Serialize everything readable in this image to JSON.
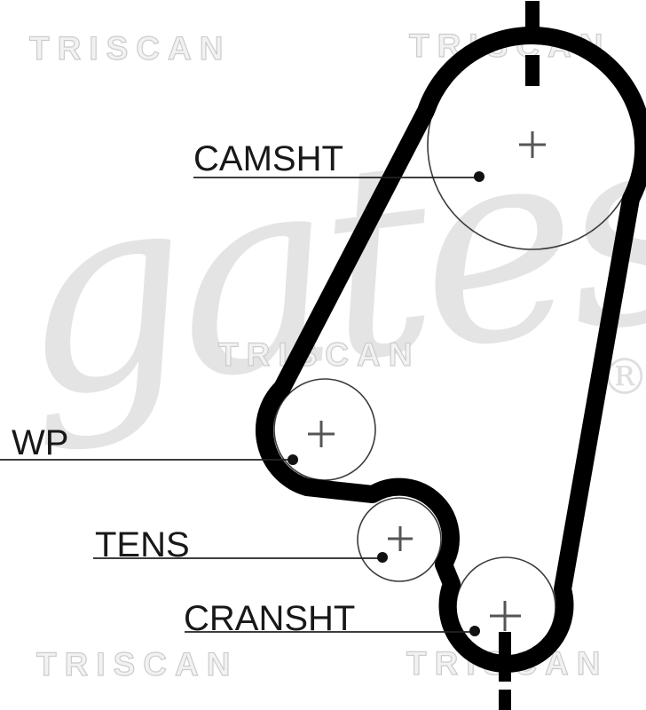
{
  "diagram": {
    "title": "timing-belt-routing-diagram",
    "labels": {
      "camshaft": "CAMSHT",
      "water_pump": "WP",
      "tensioner": "TENS",
      "crankshaft": "CRANSHT"
    },
    "pulleys": [
      {
        "name": "camshaft",
        "label": "CAMSHT"
      },
      {
        "name": "water-pump",
        "label": "WP"
      },
      {
        "name": "tensioner",
        "label": "TENS"
      },
      {
        "name": "crankshaft",
        "label": "CRANSHT"
      }
    ],
    "colors": {
      "belt": "#000000",
      "pulley_outline": "#3c3c3c",
      "cross_mark": "#555555",
      "label_text": "#181818",
      "watermark_fill": "#e4e4e4",
      "watermark_outline": "#cccccc"
    }
  },
  "watermarks": {
    "triscan": "TRISCAN",
    "gates": "gates",
    "registered": "®"
  }
}
